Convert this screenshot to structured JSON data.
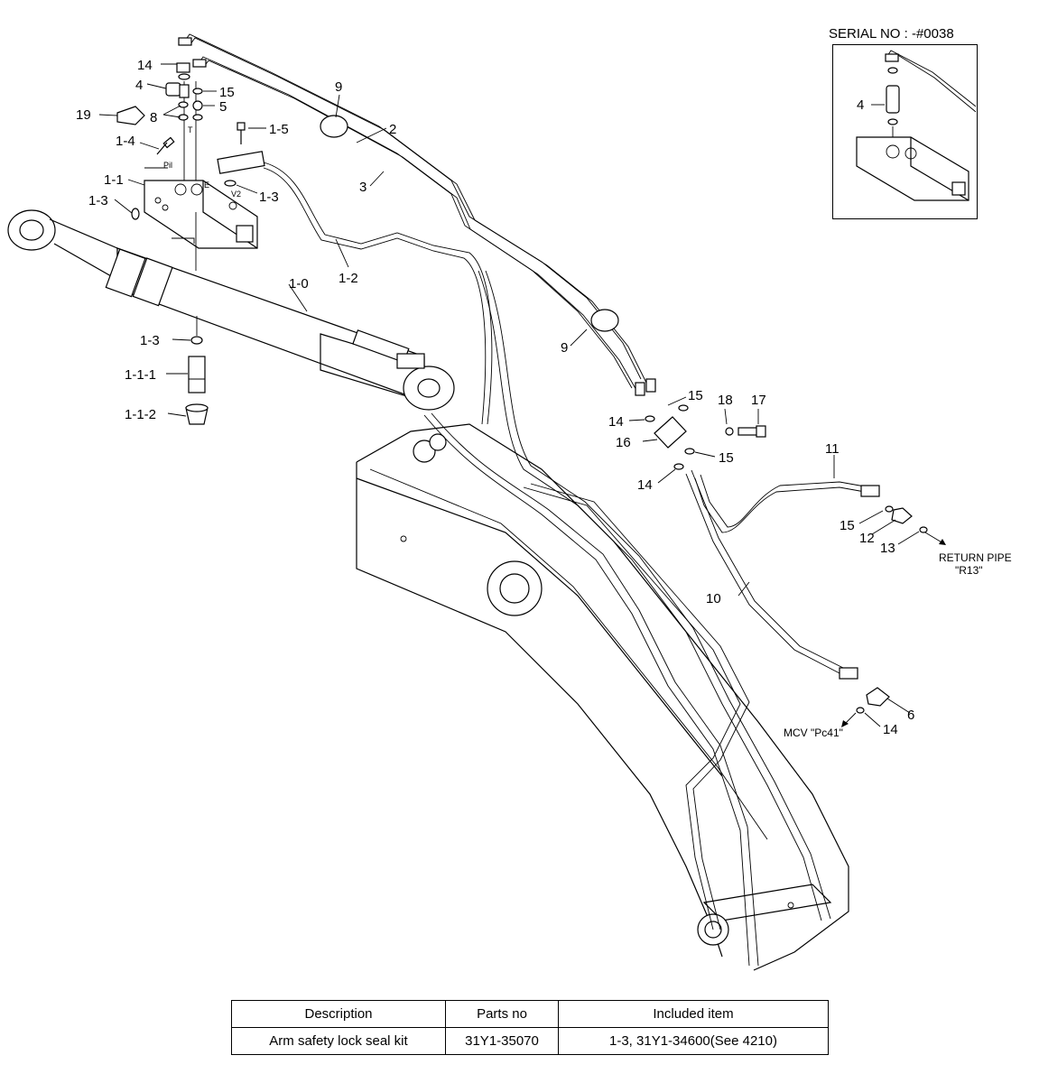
{
  "inset": {
    "serial_label": "SERIAL NO : -#0038"
  },
  "callouts": {
    "c14_top": "14",
    "c4": "4",
    "c15_top": "15",
    "c5": "5",
    "c8": "8",
    "c19": "19",
    "c1_4": "1-4",
    "c1_5": "1-5",
    "c1_1": "1-1",
    "c1_3_left": "1-3",
    "c1_3_right": "1-3",
    "c1_2": "1-2",
    "c1_0": "1-0",
    "c1_3_low": "1-3",
    "c1_1_1": "1-1-1",
    "c1_1_2": "1-1-2",
    "c9_top": "9",
    "c2": "2",
    "c3": "3",
    "c9_mid": "9",
    "c15_a": "15",
    "c18": "18",
    "c17": "17",
    "c14_a": "14",
    "c16": "16",
    "c15_b": "15",
    "c14_b": "14",
    "c11": "11",
    "c15_c": "15",
    "c12": "12",
    "c13": "13",
    "c10": "10",
    "c6": "6",
    "c14_c": "14",
    "c4_inset": "4"
  },
  "port_labels": {
    "pil": "Pil",
    "t": "T",
    "e": "E",
    "v2": "V2"
  },
  "notes": {
    "return_pipe_line1": "RETURN PIPE",
    "return_pipe_line2": "\"R13\"",
    "mcv": "MCV  \"Pc41\""
  },
  "table": {
    "headers": [
      "Description",
      "Parts no",
      "Included item"
    ],
    "rows": [
      [
        "Arm safety lock seal kit",
        "31Y1-35070",
        "1-3, 31Y1-34600(See 4210)"
      ]
    ]
  }
}
